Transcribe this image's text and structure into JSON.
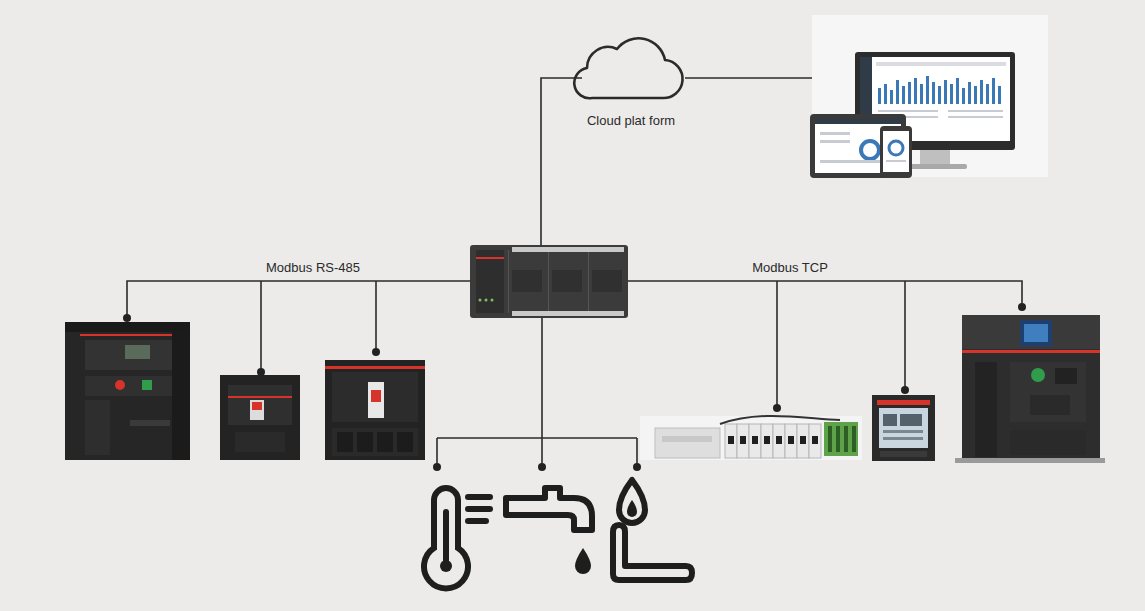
{
  "diagram": {
    "nodes": [
      {
        "text": [
          "Cloud plat form"
        ]
      }
    ],
    "labels": [
      "Modbus RS-485",
      "Modbus TCP"
    ]
  }
}
